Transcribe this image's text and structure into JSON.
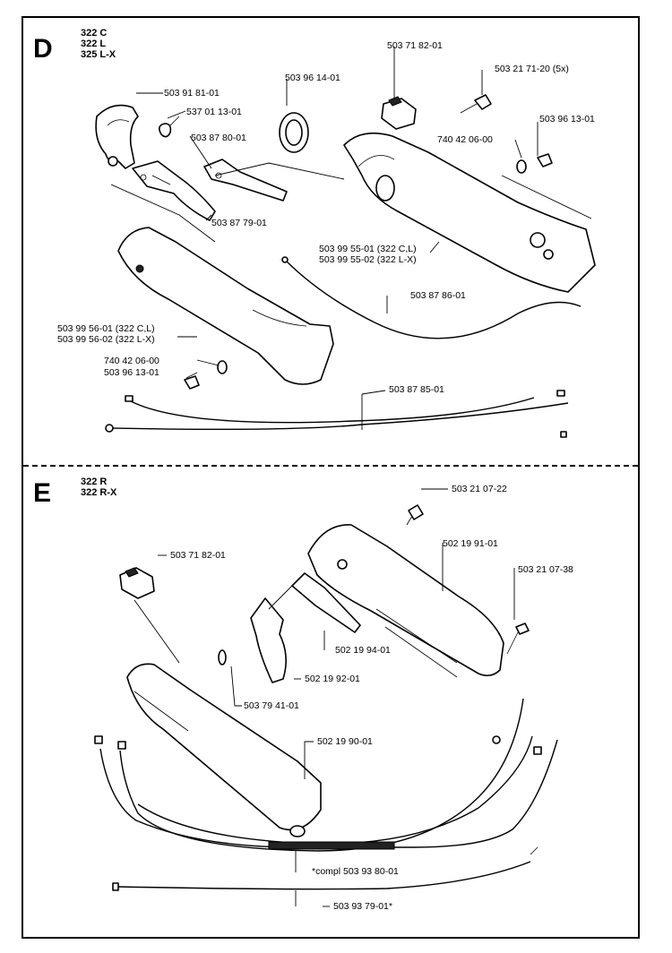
{
  "sections": [
    {
      "letter": "D",
      "models": [
        "322 C",
        "322 L",
        "325 L-X"
      ],
      "labels": {
        "p_503718201": "503 71 82-01",
        "p_503217120": "503 21 71-20 (5x)",
        "p_503961401": "503 96 14-01",
        "p_503918101": "503 91 81-01",
        "p_537011301": "537 01 13-01",
        "p_503878001": "503 87 80-01",
        "p_503961301_top": "503 96 13-01",
        "p_740420600_top": "740 42 06-00",
        "p_503879101": "503 87 79-01",
        "p_503995501": "503 99 55-01 (322 C,L)",
        "p_503995502": "503 99 55-02 (322 L-X)",
        "p_503878601": "503 87 86-01",
        "p_503995601": "503 99 56-01 (322 C,L)",
        "p_503995602": "503 99 56-02 (322 L-X)",
        "p_740420600_bot": "740 42 06-00",
        "p_503961301_bot": "503 96 13-01",
        "p_503878501": "503 87 85-01"
      }
    },
    {
      "letter": "E",
      "models": [
        "322 R",
        "322 R-X"
      ],
      "labels": {
        "p_503210722": "503 21 07-22",
        "p_502199101": "502 19 91-01",
        "p_503718201": "503 71 82-01",
        "p_503210738": "503 21 07-38",
        "p_502199401": "502 19 94-01",
        "p_502199201": "502 19 92-01",
        "p_503794101": "503 79 41-01",
        "p_502199001": "502 19 90-01",
        "p_compl": "*compl 503 93 80-01",
        "p_503937901": "503 93 79-01*"
      }
    }
  ]
}
